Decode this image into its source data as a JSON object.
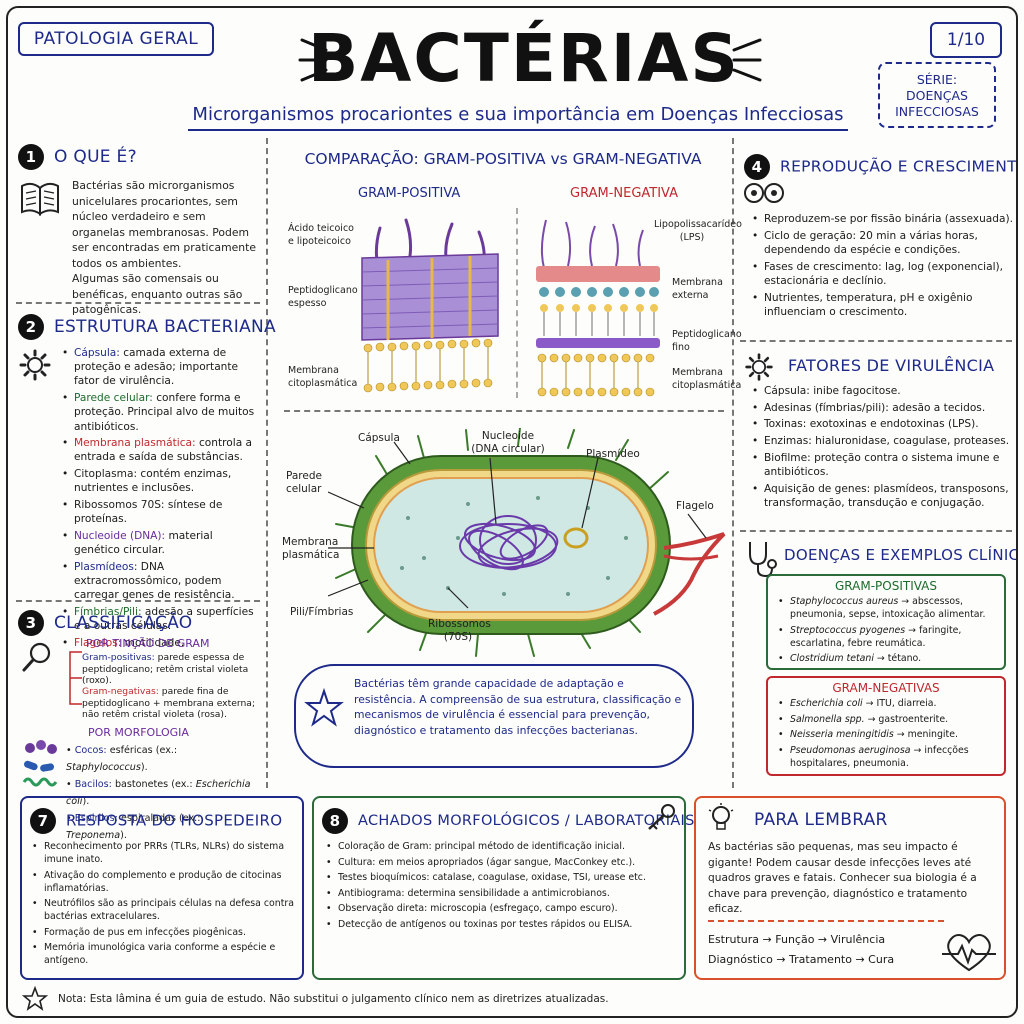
{
  "header": {
    "course": "PATOLOGIA GERAL",
    "page": "1/10",
    "serie_line1": "SÉRIE:",
    "serie_line2": "DOENÇAS",
    "serie_line3": "INFECCIOSAS",
    "title": "BACTÉRIAS",
    "subtitle": "Microrganismos procariontes e sua importância em Doenças Infecciosas"
  },
  "s1": {
    "num": "1",
    "title": "O QUE É?",
    "p1": "Bactérias são microrganismos unicelulares procariontes, sem núcleo verdadeiro e sem organelas membranosas. Podem ser encontradas em praticamente todos os ambientes.",
    "p2": "Algumas são comensais ou benéficas, enquanto outras são patogênicas."
  },
  "s2": {
    "num": "2",
    "title": "ESTRUTURA BACTERIANA",
    "items": [
      {
        "term": "Cápsula:",
        "text": " camada externa de proteção e adesão; importante fator de virulência.",
        "color": "#1e2a8a"
      },
      {
        "term": "Parede celular:",
        "text": " confere forma e proteção. Principal alvo de muitos antibióticos.",
        "color": "#1c6b2a"
      },
      {
        "term": "Membrana plasmática:",
        "text": " controla a entrada e saída de substâncias.",
        "color": "#c0282d"
      },
      {
        "term": "Citoplasma:",
        "text": " contém enzimas, nutrientes e inclusões.",
        "color": "#222"
      },
      {
        "term": "Ribossomos 70S:",
        "text": " síntese de proteínas.",
        "color": "#222"
      },
      {
        "term": "Nucleoide (DNA):",
        "text": " material genético circular.",
        "color": "#6a2a9a"
      },
      {
        "term": "Plasmídeos:",
        "text": " DNA extracromossômico, podem carregar genes de resistência.",
        "color": "#1e2a8a"
      },
      {
        "term": "Fímbrias/Pili:",
        "text": " adesão a superfícies e a outras células.",
        "color": "#1c6b2a"
      },
      {
        "term": "Flagelos:",
        "text": " motilidade.",
        "color": "#c0282d"
      }
    ]
  },
  "s3": {
    "num": "3",
    "title": "CLASSIFICAÇÃO",
    "gram_title": "POR TINÇÃO DE GRAM",
    "gram_pos_term": "Gram-positivas:",
    "gram_pos_text": " parede espessa de peptidoglicano; retêm cristal violeta (roxo).",
    "gram_neg_term": "Gram-negativas:",
    "gram_neg_text": " parede fina de peptidoglicano + membrana externa; não retêm cristal violeta (rosa).",
    "morph_title": "POR MORFOLOGIA",
    "cocos_term": "Cocos:",
    "cocos_text": " esféricas (ex.: ",
    "cocos_ex": "Staphylococcus",
    "bacilos_term": "Bacilos:",
    "bacilos_text": " bastonetes (ex.: ",
    "bacilos_ex": "Escherichia coli",
    "espirilos_term": "Espirilos:",
    "espirilos_text": " espiraladas (ex.: ",
    "espirilos_ex": "Treponema",
    "close": ")."
  },
  "compare": {
    "title": "COMPARAÇÃO: GRAM-POSITIVA vs GRAM-NEGATIVA",
    "pos_title": "GRAM-POSITIVA",
    "neg_title": "GRAM-NEGATIVA",
    "pos_lbl1": "Ácido teicoico e lipoteicoico",
    "pos_lbl2": "Peptidoglicano espesso",
    "pos_lbl3": "Membrana citoplasmática",
    "neg_lbl1": "Lipopolissacarídeo (LPS)",
    "neg_lbl2": "Membrana externa",
    "neg_lbl3": "Peptidoglicano fino",
    "neg_lbl4": "Membrana citoplasmática"
  },
  "cell": {
    "capsula": "Cápsula",
    "nucleoide": "Nucleoide (DNA circular)",
    "plasmideo": "Plasmídeo",
    "parede": "Parede celular",
    "flagelo": "Flagelo",
    "membrana": "Membrana plasmática",
    "pili": "Pili/Fímbrias",
    "ribossomos": "Ribossomos (70S)"
  },
  "cloud_text": "Bactérias têm grande capacidade de adaptação e resistência. A compreensão de sua estrutura, classificação e mecanismos de virulência é essencial para prevenção, diagnóstico e tratamento das infecções bacterianas.",
  "s4": {
    "num": "4",
    "title": "REPRODUÇÃO E CRESCIMENTO",
    "items": [
      "Reproduzem-se por fissão binária (assexuada).",
      "Ciclo de geração: 20 min a várias horas, dependendo da espécie e condições.",
      "Fases de crescimento: lag, log (exponencial), estacionária e declínio.",
      "Nutrientes, temperatura, pH e oxigênio influenciam o crescimento."
    ]
  },
  "s5": {
    "title": "FATORES DE VIRULÊNCIA",
    "items": [
      "Cápsula: inibe fagocitose.",
      "Adesinas (fímbrias/pili): adesão a tecidos.",
      "Toxinas: exotoxinas e endotoxinas (LPS).",
      "Enzimas: hialuronidase, coagulase, proteases.",
      "Biofilme: proteção contra o sistema imune e antibióticos.",
      "Aquisição de genes: plasmídeos, transposons, transformação, transdução e conjugação."
    ]
  },
  "s6": {
    "title": "DOENÇAS E EXEMPLOS CLÍNICOS",
    "pos_title": "GRAM-POSITIVAS",
    "pos_items": [
      {
        "sp": "Staphylococcus aureus",
        "d": " → abscessos, pneumonia, sepse, intoxicação alimentar."
      },
      {
        "sp": "Streptococcus pyogenes",
        "d": " → faringite, escarlatina, febre reumática."
      },
      {
        "sp": "Clostridium tetani",
        "d": " → tétano."
      }
    ],
    "neg_title": "GRAM-NEGATIVAS",
    "neg_items": [
      {
        "sp": "Escherichia coli",
        "d": " → ITU, diarreia."
      },
      {
        "sp": "Salmonella spp.",
        "d": " → gastroenterite."
      },
      {
        "sp": "Neisseria meningitidis",
        "d": " → meningite."
      },
      {
        "sp": "Pseudomonas aeruginosa",
        "d": " → infecções hospitalares, pneumonia."
      }
    ]
  },
  "s7": {
    "num": "7",
    "title": "RESPOSTA DO HOSPEDEIRO",
    "items": [
      "Reconhecimento por PRRs (TLRs, NLRs) do sistema imune inato.",
      "Ativação do complemento e produção de citocinas inflamatórias.",
      "Neutrófilos são as principais células na defesa contra bactérias extracelulares.",
      "Formação de pus em infecções piogênicas.",
      "Memória imunológica varia conforme a espécie e antígeno."
    ]
  },
  "s8": {
    "num": "8",
    "title": "ACHADOS MORFOLÓGICOS / LABORATORIAIS",
    "items": [
      "Coloração de Gram: principal método de identificação inicial.",
      "Cultura: em meios apropriados (ágar sangue, MacConkey etc.).",
      "Testes bioquímicos: catalase, coagulase, oxidase, TSI, urease etc.",
      "Antibiograma: determina sensibilidade a antimicrobianos.",
      "Observação direta: microscopia (esfregaço, campo escuro).",
      "Detecção de antígenos ou toxinas por testes rápidos ou ELISA."
    ]
  },
  "s9": {
    "title": "PARA LEMBRAR",
    "text": "As bactérias são pequenas, mas seu impacto é gigante! Podem causar desde infecções leves até quadros graves e fatais. Conhecer sua biologia é a chave para prevenção, diagnóstico e tratamento eficaz.",
    "flow1": "Estrutura → Função → Virulência",
    "flow2": "Diagnóstico → Tratamento → Cura"
  },
  "footer": {
    "note": "Nota: Esta lâmina é um guia de estudo. Não substitui o julgamento clínico nem as diretrizes atualizadas."
  }
}
